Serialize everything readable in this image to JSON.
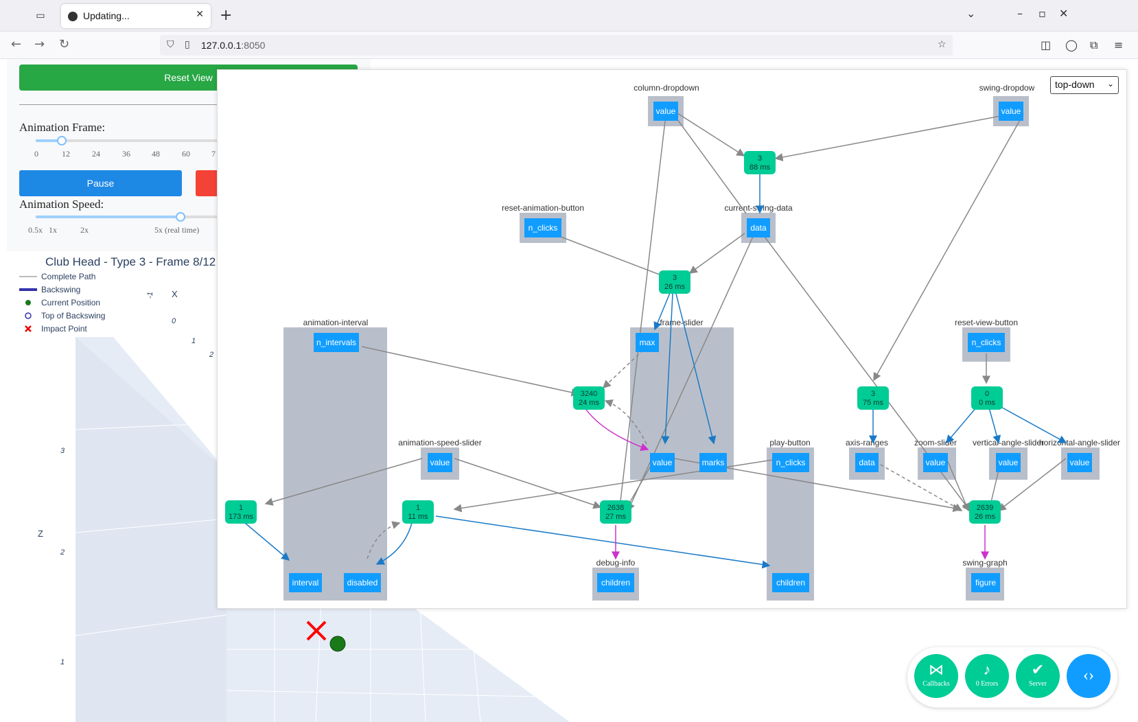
{
  "browser": {
    "tab_title": "Updating...",
    "url_host": "127.0.0.1",
    "url_port": ":8050"
  },
  "left": {
    "reset_view": "Reset View",
    "animation_frame_label": "Animation Frame:",
    "frame_ticks": [
      "0",
      "12",
      "24",
      "36",
      "48",
      "60",
      "7"
    ],
    "pause": "Pause",
    "animation_speed_label": "Animation Speed:",
    "speed_ticks": [
      "0.5x",
      "1x",
      "2x",
      "5x (real time)"
    ],
    "plot_title": "Club Head - Type 3 - Frame 8/12",
    "legend": [
      "Complete Path",
      "Backswing",
      "Current Position",
      "Top of Backswing",
      "Impact Point"
    ],
    "axis_x": "X",
    "axis_z": "Z",
    "z_ticks": [
      "3",
      "2",
      "1"
    ],
    "x_ticks": [
      "-1",
      "0",
      "1",
      "2"
    ]
  },
  "graph": {
    "layout_select": "top-down",
    "groups": {
      "column_dropdown": "column-dropdown",
      "swing_dropdown": "swing-dropdow",
      "reset_animation_button": "reset-animation-button",
      "current_swing_data": "current-swing-data",
      "animation_interval": "animation-interval",
      "frame_slider": "frame-slider",
      "reset_view_button": "reset-view-button",
      "animation_speed_slider": "animation-speed-slider",
      "play_button": "play-button",
      "axis_ranges": "axis-ranges",
      "zoom_slider": "zoom-slider",
      "vertical_angle_slider": "vertical-angle-slider",
      "horizontal_angle_slider": "horizontal-angle-slider",
      "debug_info": "debug-info",
      "swing_graph": "swing-graph"
    },
    "props": {
      "value": "value",
      "n_clicks": "n_clicks",
      "data": "data",
      "n_intervals": "n_intervals",
      "max": "max",
      "marks": "marks",
      "interval": "interval",
      "disabled": "disabled",
      "children": "children",
      "figure": "figure"
    },
    "callbacks": [
      {
        "count": "3",
        "time": "88 ms"
      },
      {
        "count": "3",
        "time": "26 ms"
      },
      {
        "count": "3240",
        "time": "24 ms"
      },
      {
        "count": "3",
        "time": "75 ms"
      },
      {
        "count": "0",
        "time": "0 ms"
      },
      {
        "count": "1",
        "time": "173 ms"
      },
      {
        "count": "1",
        "time": "11 ms"
      },
      {
        "count": "2638",
        "time": "27 ms"
      },
      {
        "count": "2639",
        "time": "26 ms"
      }
    ]
  },
  "devtools": {
    "callbacks": "Callbacks",
    "errors": "0 Errors",
    "server": "Server"
  },
  "colors": {
    "callback_node": "#00cc96",
    "prop_node": "#119dff",
    "group_bg": "#b9bfca",
    "edge_grey": "#888888",
    "edge_blue": "#1a7ac7",
    "edge_magenta": "#cc33cc"
  }
}
